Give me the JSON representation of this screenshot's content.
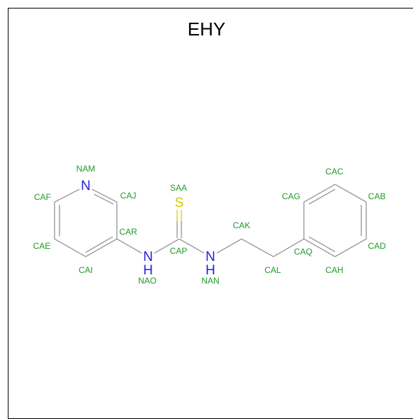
{
  "title": "EHY",
  "colors": {
    "bond": "#8a8a8a",
    "atom_label": "#22992a",
    "nitrogen": "#1f1fdd",
    "sulfur": "#d4c900"
  },
  "elements": {
    "n_ring": "N",
    "n_nao": "N",
    "h_nao": "H",
    "n_nan": "N",
    "h_nan": "H",
    "s": "S"
  },
  "atom_labels": {
    "NAM": "NAM",
    "CAF": "CAF",
    "CAJ": "CAJ",
    "CAR": "CAR",
    "CAE": "CAE",
    "CAI": "CAI",
    "NAO": "NAO",
    "SAA": "SAA",
    "CAP": "CAP",
    "NAN": "NAN",
    "CAK": "CAK",
    "CAL": "CAL",
    "CAG": "CAG",
    "CAC": "CAC",
    "CAB": "CAB",
    "CAQ": "CAQ",
    "CAD": "CAD",
    "CAH": "CAH"
  }
}
